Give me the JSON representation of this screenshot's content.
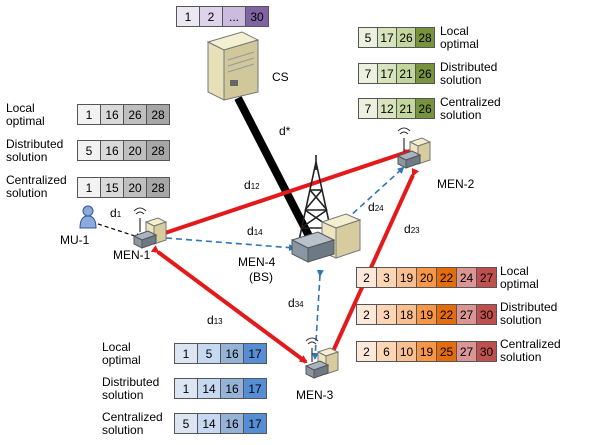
{
  "colors": {
    "red_link": "#e31a1c",
    "blue_link": "#2e75b6",
    "cs_link": "#000000",
    "gray_fill": "#e6e6e6",
    "purple_fill": "#e8e0f0",
    "green_fill": "#d9ead3",
    "orange_fill": "#fce4d6",
    "blue_fill": "#dde7f3"
  },
  "nodes": {
    "cs": "CS",
    "men1": "MEN-1",
    "men2": "MEN-2",
    "men3": "MEN-3",
    "men4": "MEN-4",
    "men4_sub": "(BS)",
    "mu1": "MU-1"
  },
  "links": {
    "d_star": "d*",
    "d1": "d",
    "d1_sub": "1",
    "d12": "d",
    "d12_sub": "12",
    "d13": "d",
    "d13_sub": "13",
    "d14": "d",
    "d14_sub": "14",
    "d23": "d",
    "d23_sub": "23",
    "d24": "d",
    "d24_sub": "24",
    "d34": "d",
    "d34_sub": "34"
  },
  "cs_list": {
    "cells": [
      "1",
      "2",
      "...",
      "30"
    ],
    "fills": [
      "#ece8f3",
      "#ddd3ea",
      "#cbbcdf",
      "#8064a2"
    ]
  },
  "men1_table": {
    "local": {
      "label": "Local\noptimal",
      "cells": [
        "1",
        "16",
        "26",
        "28"
      ],
      "fills": [
        "#f2f2f2",
        "#d9d9d9",
        "#bfbfbf",
        "#a6a6a6"
      ]
    },
    "distributed": {
      "label": "Distributed\nsolution",
      "cells": [
        "5",
        "16",
        "20",
        "28"
      ],
      "fills": [
        "#f2f2f2",
        "#d9d9d9",
        "#bfbfbf",
        "#a6a6a6"
      ]
    },
    "centralized": {
      "label": "Centralized\nsolution",
      "cells": [
        "1",
        "15",
        "20",
        "28"
      ],
      "fills": [
        "#f2f2f2",
        "#d9d9d9",
        "#bfbfbf",
        "#a6a6a6"
      ]
    }
  },
  "men2_table": {
    "local": {
      "label": "Local\noptimal",
      "cells": [
        "5",
        "17",
        "26",
        "28"
      ],
      "fills": [
        "#ebf1de",
        "#d7e4bd",
        "#c3d69b",
        "#77933c"
      ]
    },
    "distributed": {
      "label": "Distributed\nsolution",
      "cells": [
        "7",
        "17",
        "21",
        "26"
      ],
      "fills": [
        "#ebf1de",
        "#d7e4bd",
        "#c3d69b",
        "#77933c"
      ]
    },
    "centralized": {
      "label": "Centralized\nsolution",
      "cells": [
        "7",
        "12",
        "21",
        "26"
      ],
      "fills": [
        "#ebf1de",
        "#d7e4bd",
        "#c3d69b",
        "#77933c"
      ]
    }
  },
  "men3_table": {
    "local": {
      "label": "Local\noptimal",
      "cells": [
        "1",
        "5",
        "16",
        "17"
      ],
      "fills": [
        "#dce6f2",
        "#c6d9f1",
        "#95b3d7",
        "#558ed5"
      ]
    },
    "distributed": {
      "label": "Distributed\nsolution",
      "cells": [
        "1",
        "14",
        "16",
        "17"
      ],
      "fills": [
        "#dce6f2",
        "#c6d9f1",
        "#95b3d7",
        "#558ed5"
      ]
    },
    "centralized": {
      "label": "Centralized\nsolution",
      "cells": [
        "5",
        "14",
        "16",
        "17"
      ],
      "fills": [
        "#dce6f2",
        "#c6d9f1",
        "#95b3d7",
        "#558ed5"
      ]
    }
  },
  "men4_table": {
    "local": {
      "label": "Local\noptimal",
      "cells": [
        "2",
        "3",
        "19",
        "20",
        "22",
        "24",
        "27"
      ],
      "fills": [
        "#fde9d9",
        "#fcd5b5",
        "#fabf8f",
        "#f79646",
        "#e46c0a",
        "#d99694",
        "#c0504d"
      ]
    },
    "distributed": {
      "label": "Distributed\nsolution",
      "cells": [
        "2",
        "3",
        "18",
        "19",
        "22",
        "27",
        "30"
      ],
      "fills": [
        "#fde9d9",
        "#fcd5b5",
        "#fabf8f",
        "#f79646",
        "#e46c0a",
        "#d99694",
        "#c0504d"
      ]
    },
    "centralized": {
      "label": "Centralized\nsolution",
      "cells": [
        "2",
        "6",
        "10",
        "19",
        "25",
        "27",
        "30"
      ],
      "fills": [
        "#fde9d9",
        "#fcd5b5",
        "#fabf8f",
        "#f79646",
        "#e46c0a",
        "#d99694",
        "#c0504d"
      ]
    }
  }
}
